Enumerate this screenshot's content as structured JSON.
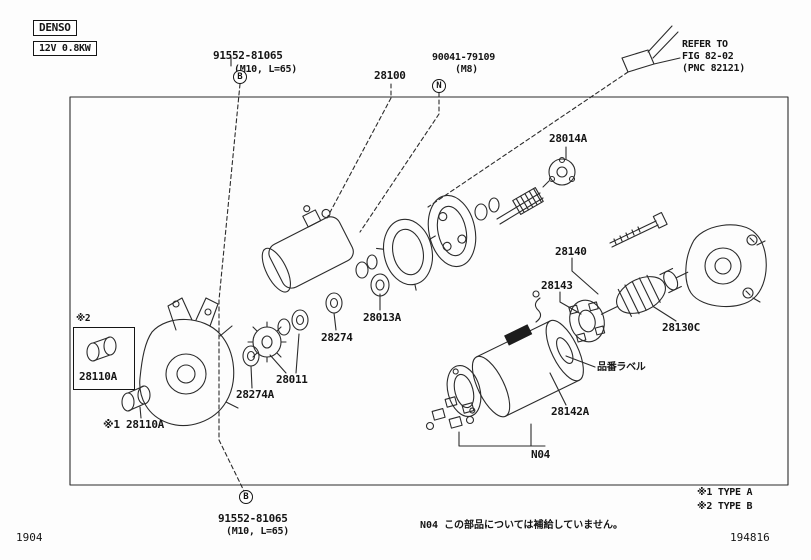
{
  "page": {
    "brand": "DENSO",
    "spec": "12V 0.8KW",
    "page_number_left": "1904",
    "page_number_right": "194816"
  },
  "callouts": {
    "assembly": "28100",
    "bolt_top": {
      "symbol": "B",
      "part": "91552-81065",
      "size": "(M10, L=65)"
    },
    "bolt_bottom": {
      "symbol": "B",
      "part": "91552-81065",
      "size": "(M10, L=65)"
    },
    "nut": {
      "symbol": "N",
      "part": "90041-79109",
      "size": "(M8)"
    },
    "refer": {
      "line1": "REFER TO",
      "line2": "FIG 82-02",
      "line3": "(PNC 82121)"
    },
    "p28014A": "28014A",
    "p28140": "28140",
    "p28143": "28143",
    "p28130C": "28130C",
    "p28013A": "28013A",
    "p28274": "28274",
    "p28011": "28011",
    "p28274A": "28274A",
    "p28110A_boxed": {
      "note": "※2",
      "part": "28110A"
    },
    "p28110A_alt": {
      "note": "※1",
      "part": "28110A"
    },
    "p28142A": "28142A",
    "n04": "N04",
    "part_label_jp": "品番ラベル"
  },
  "legend": {
    "type_a": "※1 TYPE A",
    "type_b": "※2 TYPE B",
    "supply_note_prefix": "N04",
    "supply_note": "この部品については補給していません。"
  }
}
